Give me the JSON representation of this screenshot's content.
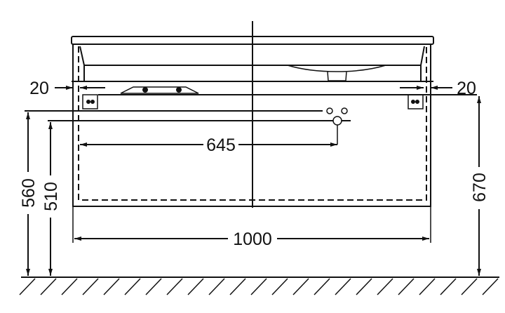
{
  "drawing": {
    "dimensions": {
      "gap_left": "20",
      "gap_right": "20",
      "drain_offset": "645",
      "width": "1000",
      "height_560": "560",
      "height_510": "510",
      "height_670": "670"
    },
    "line_color": "#111111"
  }
}
